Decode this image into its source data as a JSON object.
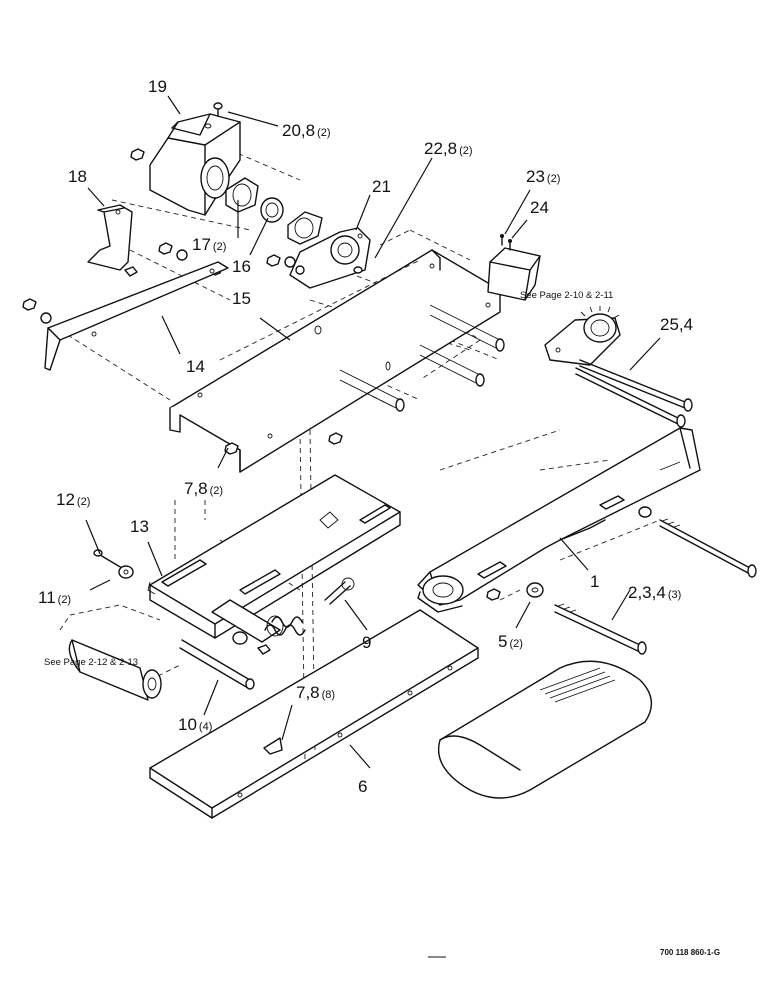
{
  "callouts": [
    {
      "num": "19",
      "qty": ""
    },
    {
      "num": "20,8",
      "qty": "(2)"
    },
    {
      "num": "22,8",
      "qty": "(2)"
    },
    {
      "num": "18",
      "qty": ""
    },
    {
      "num": "21",
      "qty": ""
    },
    {
      "num": "23",
      "qty": "(2)"
    },
    {
      "num": "24",
      "qty": ""
    },
    {
      "num": "17",
      "qty": "(2)"
    },
    {
      "num": "16",
      "qty": ""
    },
    {
      "num": "15",
      "qty": ""
    },
    {
      "num": "14",
      "qty": ""
    },
    {
      "num": "25,4",
      "qty": ""
    },
    {
      "num": "7,8",
      "qty": "(2)"
    },
    {
      "num": "12",
      "qty": "(2)"
    },
    {
      "num": "13",
      "qty": ""
    },
    {
      "num": "11",
      "qty": "(2)"
    },
    {
      "num": "1",
      "qty": ""
    },
    {
      "num": "2,3,4",
      "qty": "(3)"
    },
    {
      "num": "5",
      "qty": "(2)"
    },
    {
      "num": "9",
      "qty": ""
    },
    {
      "num": "10",
      "qty": "(4)"
    },
    {
      "num": "7,8",
      "qty": "(8)"
    },
    {
      "num": "6",
      "qty": ""
    }
  ],
  "references": [
    "See Page 2-10 & 2-11",
    "See Page 2-12 & 2-13"
  ],
  "document_id": "700 118 860-1-G"
}
